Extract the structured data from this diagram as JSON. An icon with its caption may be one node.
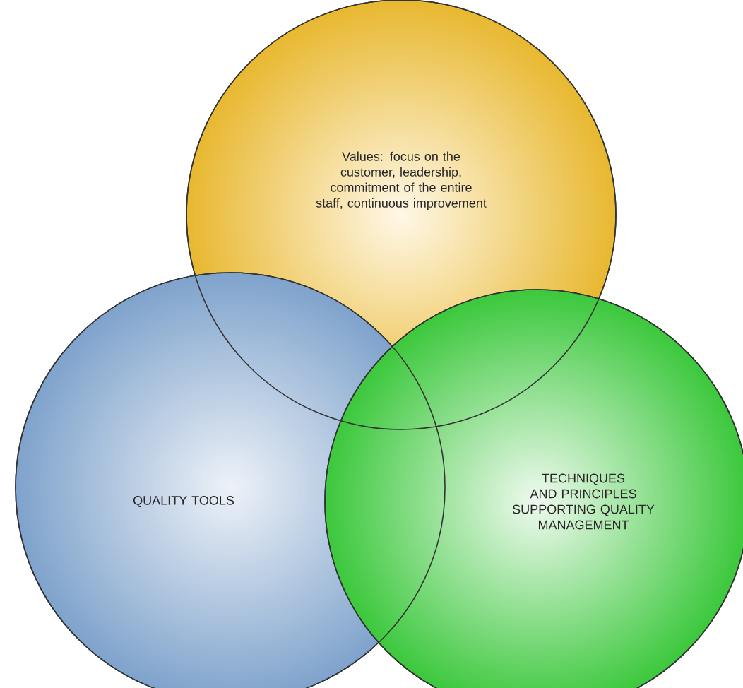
{
  "diagram": {
    "nodes": [
      {
        "text": [
          "Values: focus on the customer, leadership, commitment of the entire staff, continuous improvement"
        ]
      },
      {
        "text": [
          "QUALITY TOOLS"
        ]
      },
      {
        "text": [
          "TECHNIQUES AND PRINCIPLES SUPPORTING QUALITY MANAGEMENT"
        ]
      }
    ]
  }
}
